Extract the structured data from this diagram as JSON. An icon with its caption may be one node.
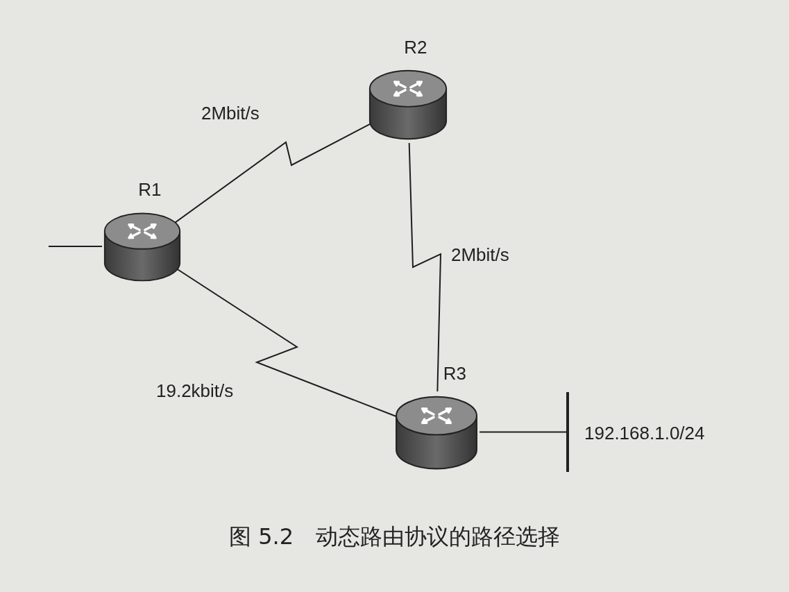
{
  "diagram": {
    "caption": "图 5.2　动态路由协议的路径选择",
    "nodes": [
      {
        "text": [
          "R1"
        ]
      },
      {
        "text": [
          "R2"
        ]
      },
      {
        "text": [
          "R3"
        ]
      },
      {
        "text": [],
        "shape": "bar",
        "beside": [
          "192.168.1.0/24"
        ]
      }
    ],
    "edges": [
      {
        "from": 0,
        "to": 1,
        "arrow": "none",
        "label": "2Mbit/s"
      },
      {
        "from": 1,
        "to": 2,
        "arrow": "none",
        "label": "2Mbit/s"
      },
      {
        "from": 0,
        "to": 2,
        "arrow": "none",
        "label": "19.2kbit/s"
      },
      {
        "from": 2,
        "to": 3,
        "arrow": "none"
      },
      {
        "from": null,
        "to": 0,
        "arrow": "none"
      }
    ]
  }
}
